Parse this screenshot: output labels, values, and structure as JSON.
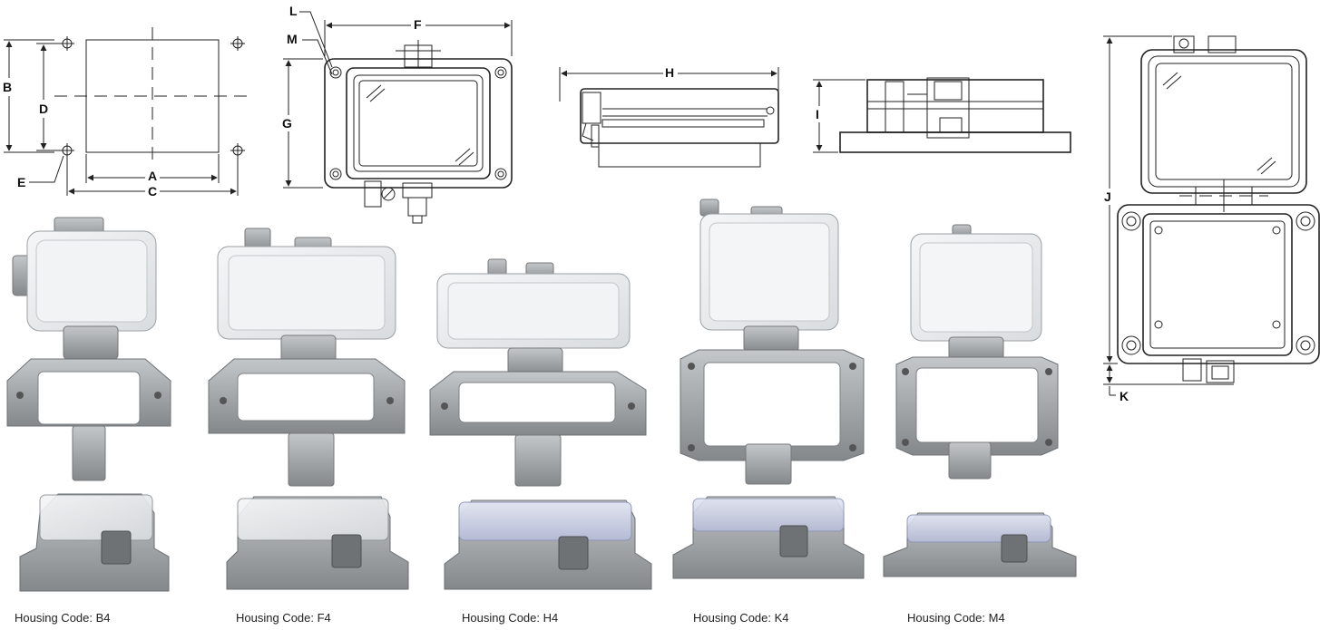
{
  "dimension_labels": {
    "A": "A",
    "B": "B",
    "C": "C",
    "D": "D",
    "E": "E",
    "F": "F",
    "G": "G",
    "H": "H",
    "I": "I",
    "J": "J",
    "K": "K",
    "L": "L",
    "M": "M"
  },
  "housings": [
    {
      "caption": "Housing Code: B4"
    },
    {
      "caption": "Housing Code: F4"
    },
    {
      "caption": "Housing Code: H4"
    },
    {
      "caption": "Housing Code: K4"
    },
    {
      "caption": "Housing Code: M4"
    }
  ],
  "colors": {
    "line": "#222222",
    "metal": "#a9acae",
    "metal_dark": "#7d8184",
    "glass": "#e9ecee",
    "glass_blue": "#c9cfe6"
  }
}
